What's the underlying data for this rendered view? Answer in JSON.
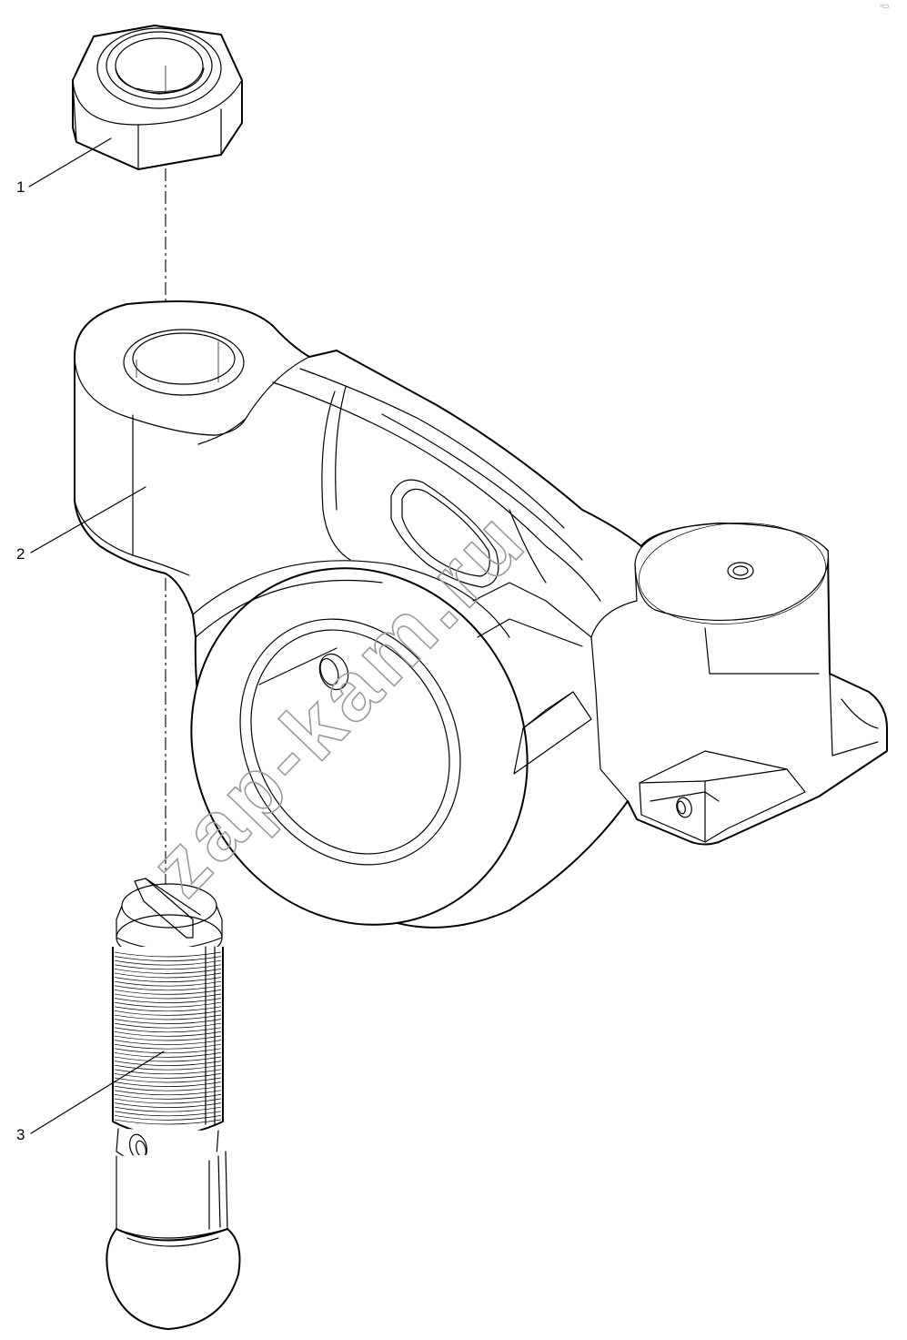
{
  "callouts": [
    {
      "label": "1",
      "part": "nut"
    },
    {
      "label": "2",
      "part": "rocker-arm"
    },
    {
      "label": "3",
      "part": "adjusting-screw"
    }
  ],
  "watermark": "zap-kam.ru",
  "corner_mark": "▫▭",
  "colors": {
    "line": "#000000",
    "background": "#ffffff",
    "watermark": "#9a9a9a"
  }
}
